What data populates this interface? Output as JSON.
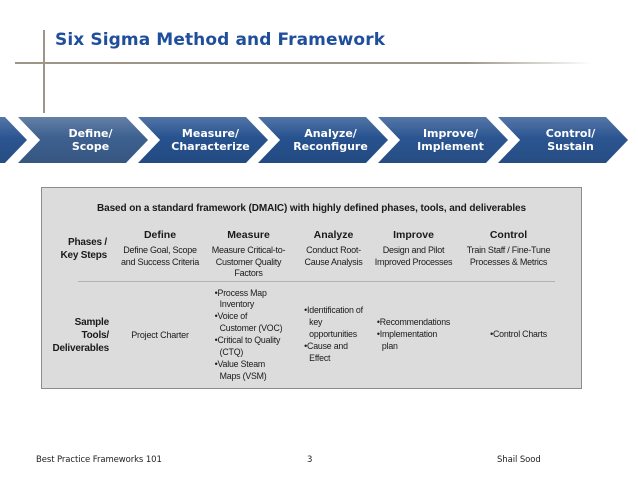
{
  "slide_title": "Six Sigma Method and Framework",
  "process_arrows": [
    {
      "label": "Define/\nScope",
      "color": "#3d608f"
    },
    {
      "label": "Measure/\nCharacterize",
      "color": "#27528f"
    },
    {
      "label": "Analyze/\nReconfigure",
      "color": "#27528f"
    },
    {
      "label": "Improve/\nImplement",
      "color": "#2b5591"
    },
    {
      "label": "Control/\nSustain",
      "color": "#2b5591"
    }
  ],
  "framework_table": {
    "caption": "Based on a standard framework (DMAIC) with highly defined phases, tools, and deliverables",
    "row_labels": {
      "phases": "Phases /\nKey Steps",
      "tools": "Sample\nTools/\nDeliverables"
    },
    "columns": [
      {
        "header": "Define",
        "key_step": "Define Goal, Scope\nand Success Criteria",
        "tools_plain": "Project Charter"
      },
      {
        "header": "Measure",
        "key_step": "Measure Critical-to-\nCustomer Quality Factors",
        "tools": [
          "Process Map\nInventory",
          "Voice of\nCustomer (VOC)",
          "Critical to Quality\n(CTQ)",
          "Value Steam\nMaps (VSM)"
        ]
      },
      {
        "header": "Analyze",
        "key_step": "Conduct Root-\nCause Analysis",
        "tools": [
          "Identification of\nkey\nopportunities",
          "Cause and\nEffect"
        ]
      },
      {
        "header": "Improve",
        "key_step": "Design and Pilot\nImproved Processes",
        "tools": [
          "Recommendations",
          "Implementation\nplan"
        ]
      },
      {
        "header": "Control",
        "key_step": "Train Staff / Fine-Tune\nProcesses & Metrics",
        "tools": [
          "Control Charts"
        ]
      }
    ]
  },
  "footer": {
    "left": "Best Practice Frameworks 101",
    "page_number": "3",
    "right": "Shail Sood"
  },
  "colors": {
    "title_blue": "#1f4f9c",
    "chevron_blue": "#2b5591",
    "chevron_first_blue": "#3d608f",
    "accent_rule_tan": "#9c9588",
    "table_bg": "#dcdcdc",
    "table_border": "#8c8c8c",
    "text": "#1a1a1a"
  }
}
